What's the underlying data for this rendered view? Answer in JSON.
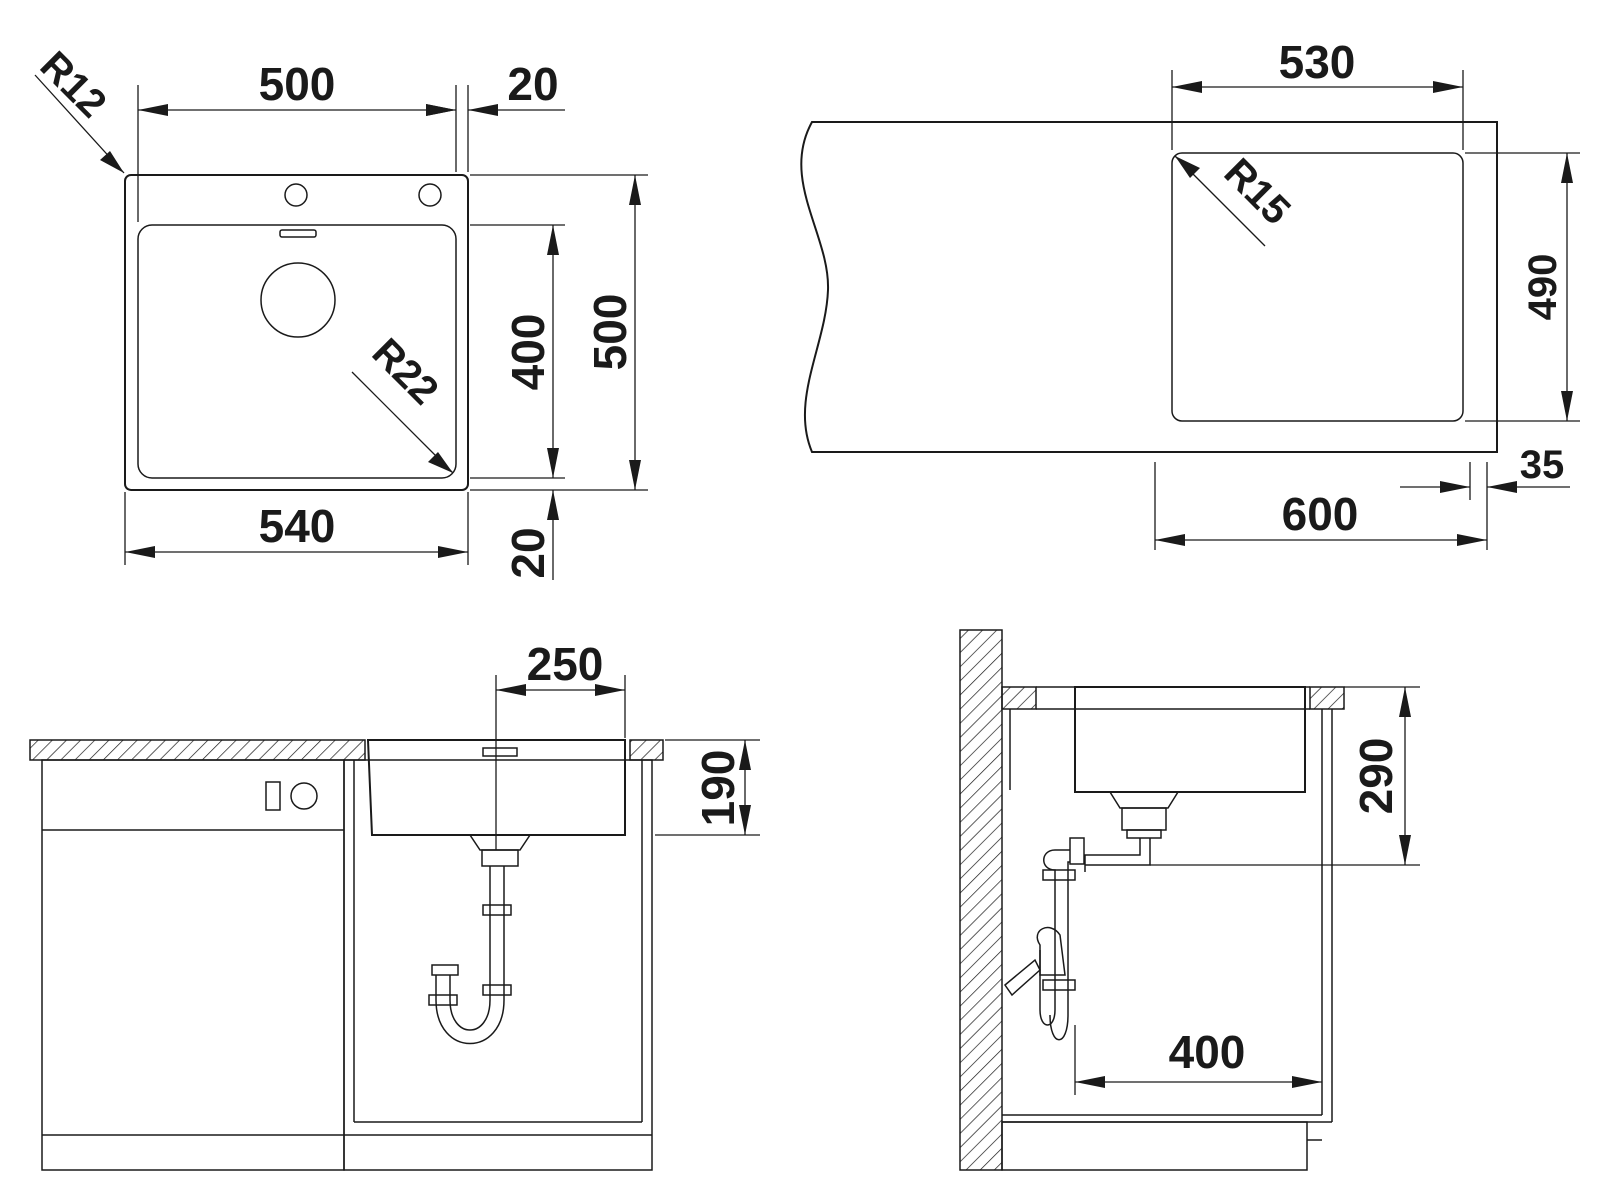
{
  "views": {
    "top_view": {
      "radius_outer": "R12",
      "radius_inner": "R22",
      "width_bowl": "500",
      "rim_offset": "20",
      "width_total": "540",
      "depth_bowl": "400",
      "depth_total": "500",
      "rim_bottom": "20"
    },
    "cutout_view": {
      "width_cutout": "530",
      "radius_cutout": "R15",
      "depth_cutout": "490",
      "edge_offset": "35",
      "cabinet_width": "600"
    },
    "front_view": {
      "drain_offset": "250",
      "bowl_depth": "190"
    },
    "side_view": {
      "depth_to_drain": "290",
      "trap_distance": "400"
    }
  },
  "colors": {
    "line": "#1a1a1a",
    "background": "#ffffff"
  }
}
